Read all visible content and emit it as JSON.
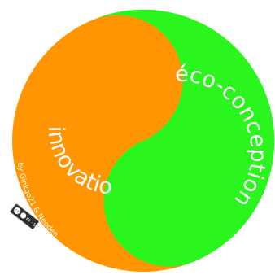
{
  "diagram": {
    "labels": {
      "green": "éco-conception",
      "orange": "innovation"
    },
    "credit": "by Ginkgo21 & Neoden",
    "license_badge": {
      "icons": [
        "cc-icon",
        "by-icon"
      ],
      "text": "BY  ·  SA"
    },
    "colors": {
      "orange": "#ff9502",
      "green": "#2af51c",
      "text": "#ffffff",
      "background": "#ffffff",
      "badge": "#2e2e2e"
    }
  }
}
